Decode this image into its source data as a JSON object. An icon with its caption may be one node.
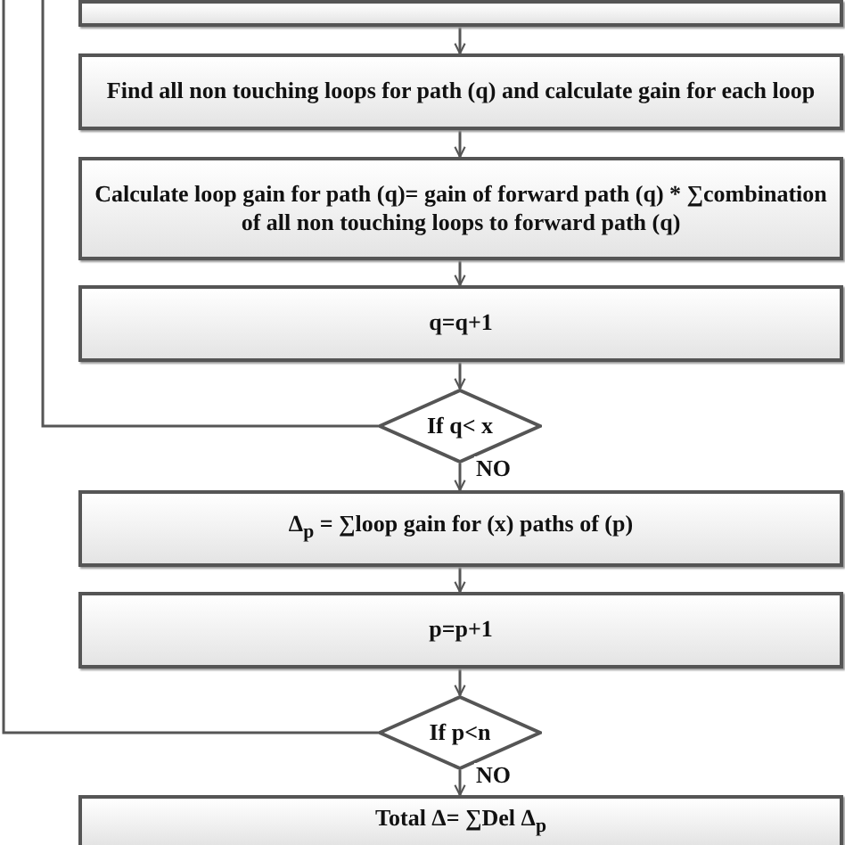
{
  "diagram": {
    "nodes": [
      {
        "text": [],
        "shape": "box"
      },
      {
        "text": [
          "Find all non touching loops for path (q) and calculate gain for each loop"
        ]
      },
      {
        "text": [
          "Calculate loop gain for path (q)= gain of forward path (q) * ∑combination of all non touching loops to forward path (q)"
        ]
      },
      {
        "text": [
          "q=q+1"
        ]
      },
      {
        "text": [
          "If q< x"
        ]
      },
      {
        "text": [
          "Δ$_{p}$ = ∑loop gain for (x) paths of (p)"
        ]
      },
      {
        "text": [
          "p=p+1"
        ]
      },
      {
        "text": [
          "If p<n"
        ]
      },
      {
        "text": [
          "Total Δ= ∑Del Δ$_{p}$"
        ]
      }
    ],
    "edges": [
      {
        "from": 0,
        "to": 1,
        "arrow": "to"
      },
      {
        "from": 1,
        "to": 2,
        "arrow": "to"
      },
      {
        "from": 2,
        "to": 3,
        "arrow": "to"
      },
      {
        "from": 3,
        "to": 4,
        "arrow": "to"
      },
      {
        "from": 4,
        "to": 5,
        "arrow": "to",
        "label": "NO"
      },
      {
        "from": 4,
        "to": null,
        "arrow": "none"
      },
      {
        "from": 5,
        "to": 6,
        "arrow": "to"
      },
      {
        "from": 6,
        "to": 7,
        "arrow": "to"
      },
      {
        "from": 7,
        "to": 8,
        "arrow": "to",
        "label": "NO"
      },
      {
        "from": 7,
        "to": null,
        "arrow": "none"
      }
    ]
  }
}
